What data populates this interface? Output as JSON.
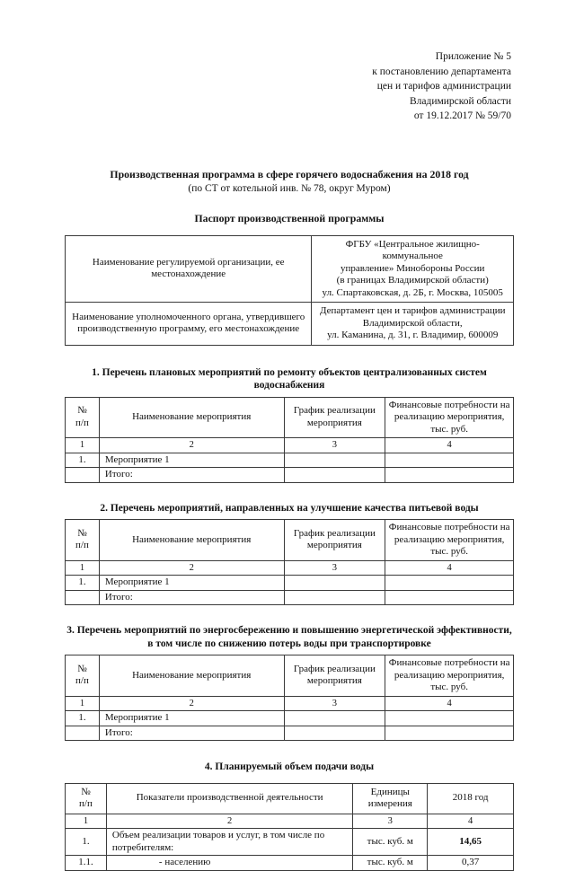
{
  "document": {
    "header_lines": [
      "Приложение № 5",
      "к постановлению департамента",
      "цен и тарифов администрации",
      "Владимирской области",
      "от 19.12.2017 № 59/70"
    ],
    "main_title": "Производственная программа в сфере горячего водоснабжения на 2018 год",
    "main_subtitle": "(по СТ от котельной инв. № 78, округ Муром)",
    "passport_title": "Паспорт производственной программы"
  },
  "passport": {
    "rows": [
      {
        "label": "Наименование регулируемой организации, ее местонахождение",
        "value_lines": [
          "ФГБУ «Центральное жилищно-коммунальное",
          "управление» Минобороны России",
          "(в границах Владимирской области)",
          "ул. Спартаковская, д. 2Б, г. Москва, 105005"
        ]
      },
      {
        "label": "Наименование уполномоченного органа, утвердившего производственную программу, его местонахождение",
        "value_lines": [
          "Департамент цен и тарифов администрации",
          "Владимирской области,",
          "ул. Каманина, д. 31, г. Владимир, 600009"
        ]
      }
    ]
  },
  "sections": [
    {
      "title": "1.  Перечень плановых мероприятий по ремонту объектов централизованных систем водоснабжения",
      "headers": [
        "№ п/п",
        "Наименование мероприятия",
        "График реализации мероприятия",
        "Финансовые потребности на реализацию мероприятия, тыс. руб."
      ],
      "header_num_col1": "№",
      "header_num_col2": "п/п",
      "col_numbers": [
        "1",
        "2",
        "3",
        "4"
      ],
      "rows": [
        [
          "1.",
          "Мероприятие 1",
          "",
          ""
        ],
        [
          "",
          "Итого:",
          "",
          ""
        ]
      ]
    },
    {
      "title": "2. Перечень мероприятий, направленных на улучшение качества питьевой воды",
      "headers": [
        "№ п/п",
        "Наименование мероприятия",
        "График реализации мероприятия",
        "Финансовые потребности на реализацию мероприятия, тыс. руб."
      ],
      "header_num_col1": "№",
      "header_num_col2": "п/п",
      "col_numbers": [
        "1",
        "2",
        "3",
        "4"
      ],
      "rows": [
        [
          "1.",
          "Мероприятие 1",
          "",
          ""
        ],
        [
          "",
          "Итого:",
          "",
          ""
        ]
      ]
    },
    {
      "title": "3. Перечень мероприятий по энергосбережению и повышению энергетической эффективности, в том числе по снижению потерь воды при транспортировке",
      "headers": [
        "№ п/п",
        "Наименование мероприятия",
        "График реализации мероприятия",
        "Финансовые потребности на реализацию мероприятия, тыс. руб."
      ],
      "header_num_col1": "№",
      "header_num_col2": "п/п",
      "col_numbers": [
        "1",
        "2",
        "3",
        "4"
      ],
      "rows": [
        [
          "1.",
          "Мероприятие 1",
          "",
          ""
        ],
        [
          "",
          "Итого:",
          "",
          ""
        ]
      ]
    }
  ],
  "section4": {
    "title": "4. Планируемый объем подачи воды",
    "header_num_col1": "№",
    "header_num_col2": "п/п",
    "header_indicators": "Показатели производственной деятельности",
    "header_unit_line1": "Единицы",
    "header_unit_line2": "измерения",
    "header_year": "2018 год",
    "col_numbers": [
      "1",
      "2",
      "3",
      "4"
    ],
    "rows": [
      {
        "num": "1.",
        "indicator": "Объем реализации товаров и услуг, в том числе по потребителям:",
        "unit": "тыс. куб. м",
        "value": "14,65",
        "bold": true,
        "indent": false
      },
      {
        "num": "1.1.",
        "indicator": "- населению",
        "unit": "тыс. куб. м",
        "value": "0,37",
        "bold": false,
        "indent": true
      }
    ]
  }
}
